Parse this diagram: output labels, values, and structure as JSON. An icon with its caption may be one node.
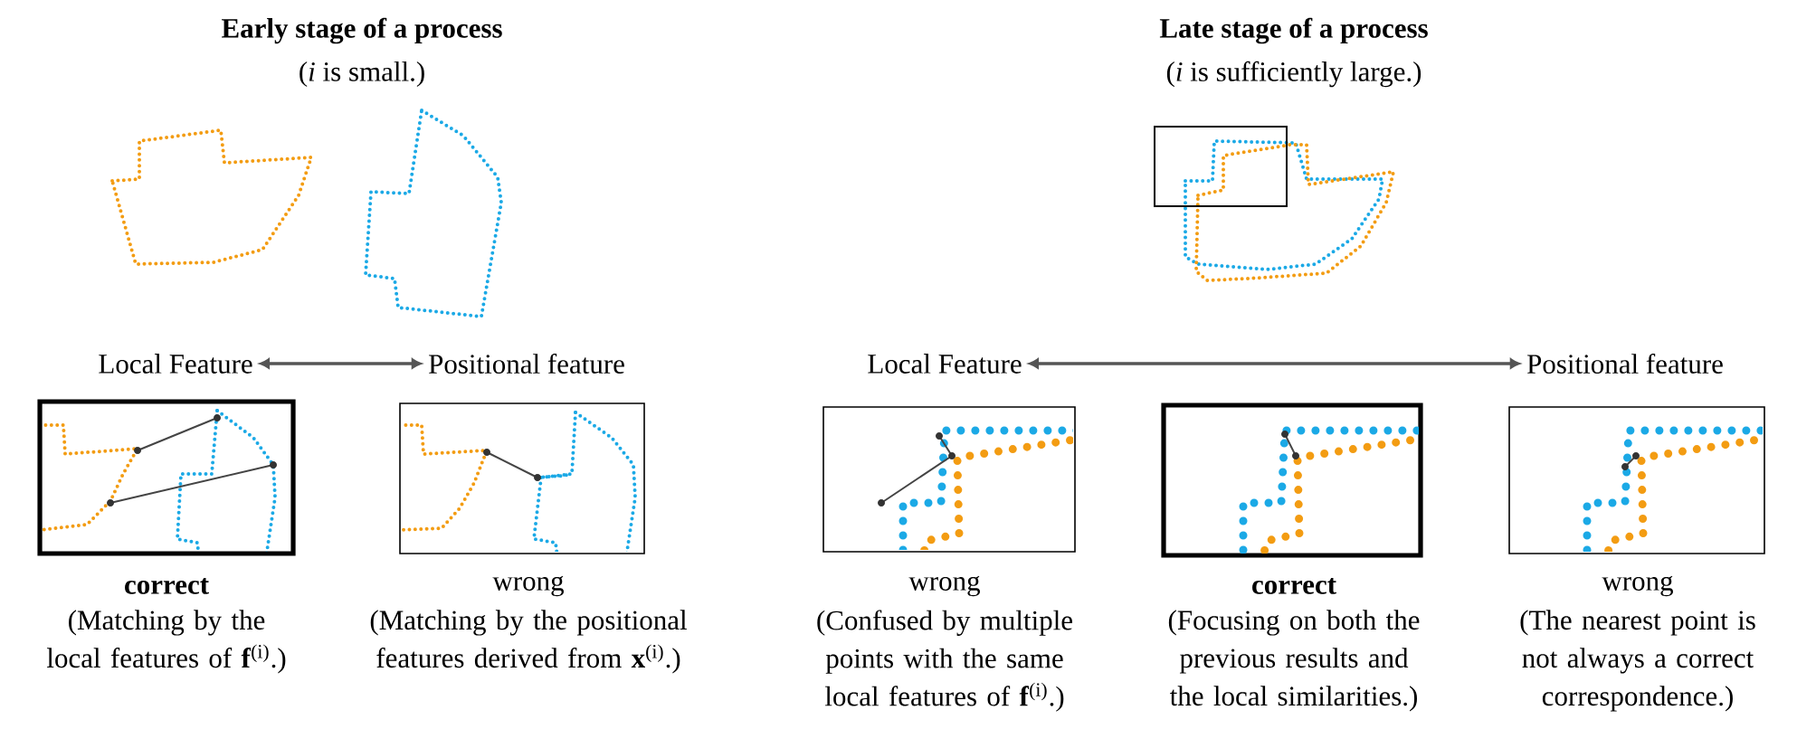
{
  "diagram": {
    "nodes": [
      {
        "text": [
          "Local Feature"
        ]
      },
      {
        "text": [
          "Positional feature"
        ]
      },
      {
        "text": [
          "Local Feature"
        ]
      },
      {
        "text": [
          "Positional feature"
        ]
      },
      {
        "text": [],
        "shape": "picture",
        "beside": [
          "correct",
          "(Matching by the local features of **f**$^{(i)}$.)"
        ]
      },
      {
        "text": [],
        "shape": "picture",
        "beside": [
          "wrong",
          "(Matching by the positional features derived from **x**$^{(i)}$.)"
        ]
      },
      {
        "text": [],
        "shape": "picture",
        "beside": [
          "wrong",
          "(Confused by multiple points with the same local features of **f**$^{(i)}$.)"
        ]
      },
      {
        "text": [],
        "shape": "picture",
        "beside": [
          "correct",
          "(Focusing on both the previous results and the local similarities.)"
        ]
      },
      {
        "text": [],
        "shape": "picture",
        "beside": [
          "wrong",
          "(The nearest point is not always a correct correspondence.)"
        ]
      }
    ],
    "edges": [
      {
        "from": 0,
        "to": 1,
        "arrow": "both"
      },
      {
        "from": 2,
        "to": 3,
        "arrow": "both"
      }
    ],
    "labels": [
      "Early stage of a process",
      "(*i* is small.)",
      "Late stage of a process",
      "(*i* is sufficiently large.)"
    ]
  }
}
